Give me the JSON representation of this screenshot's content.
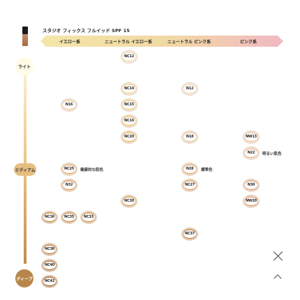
{
  "product": {
    "title": "スタジオ フィックス フルイッド SPF 15"
  },
  "columns": [
    {
      "label": "イエロー系"
    },
    {
      "label": "ニュートラル イエロー系"
    },
    {
      "label": "ニュートラル ピンク系"
    },
    {
      "label": "ピンク系"
    }
  ],
  "axis": {
    "top_label": "ライト",
    "mid_label": "ミディアム",
    "bottom_label": "ディープ"
  },
  "swatches": [
    {
      "code": "NC12",
      "color": "#f6dcb2"
    },
    {
      "code": "NC14",
      "color": "#f3d19c"
    },
    {
      "code": "NC15",
      "color": "#efc989"
    },
    {
      "code": "NC16",
      "color": "#eec27c"
    },
    {
      "code": "NC20",
      "color": "#eab970"
    },
    {
      "code": "N12",
      "color": "#f4d8b6"
    },
    {
      "code": "N18",
      "color": "#eec9a0"
    },
    {
      "code": "N28",
      "color": "#e3b07f"
    },
    {
      "code": "NC27",
      "color": "#dfa871"
    },
    {
      "code": "NC30",
      "color": "#dca666"
    },
    {
      "code": "NC37",
      "color": "#cb8e55"
    },
    {
      "code": "N16",
      "color": "#efcda2"
    },
    {
      "code": "NC25",
      "color": "#e4b273"
    },
    {
      "code": "N32",
      "color": "#dba26a"
    },
    {
      "code": "NC36",
      "color": "#cd9356"
    },
    {
      "code": "NC35",
      "color": "#cf9658"
    },
    {
      "code": "NC33",
      "color": "#d39c5f"
    },
    {
      "code": "NC38",
      "color": "#c78a4f"
    },
    {
      "code": "NC40",
      "color": "#bd7f46"
    },
    {
      "code": "NC42",
      "color": "#b1733d"
    },
    {
      "code": "NW13",
      "color": "#f0c7a6"
    },
    {
      "code": "N22",
      "color": "#ecbf9a"
    },
    {
      "code": "N30",
      "color": "#e2a983"
    },
    {
      "code": "NW20",
      "color": "#e3a77f"
    }
  ],
  "notes": [
    {
      "text": "健康的な肌色"
    },
    {
      "text": "標準色"
    },
    {
      "text": "明るい肌色"
    }
  ]
}
